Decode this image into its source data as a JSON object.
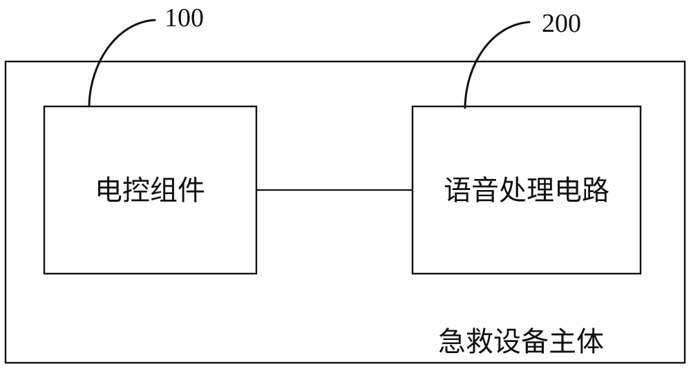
{
  "diagram": {
    "main_body": {
      "label": "急救设备主体"
    },
    "components": [
      {
        "ref": "100",
        "label": "电控组件"
      },
      {
        "ref": "200",
        "label": "语音处理电路"
      }
    ],
    "connections": [
      {
        "from": "100",
        "to": "200"
      }
    ],
    "colors": {
      "stroke": "#111111",
      "background": "#ffffff"
    }
  }
}
